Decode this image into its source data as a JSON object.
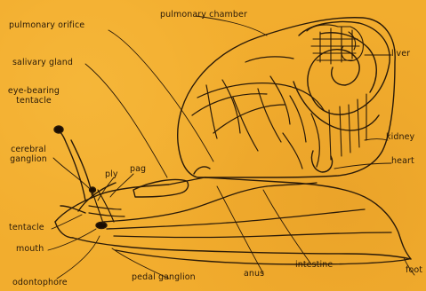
{
  "diagram": {
    "background_color": "#f2ad2e",
    "ink_color": "#2a1a08",
    "labels": {
      "pulmonary_orifice": "pulmonary orifice",
      "pulmonary_chamber": "pulmonary chamber",
      "salivary_gland": "salivary gland",
      "liver": "liver",
      "eye_bearing_tentacle_1": "eye-bearing",
      "eye_bearing_tentacle_2": "tentacle",
      "cerebral_ganglion_1": "cerebral",
      "cerebral_ganglion_2": "ganglion",
      "kidney": "kidney",
      "heart": "heart",
      "ply": "ply",
      "pag": "pag",
      "tentacle": "tentacle",
      "mouth": "mouth",
      "odontophore": "odontophore",
      "pedal_ganglion": "pedal ganglion",
      "anus": "anus",
      "intestine": "intestine",
      "foot": "foot"
    }
  }
}
